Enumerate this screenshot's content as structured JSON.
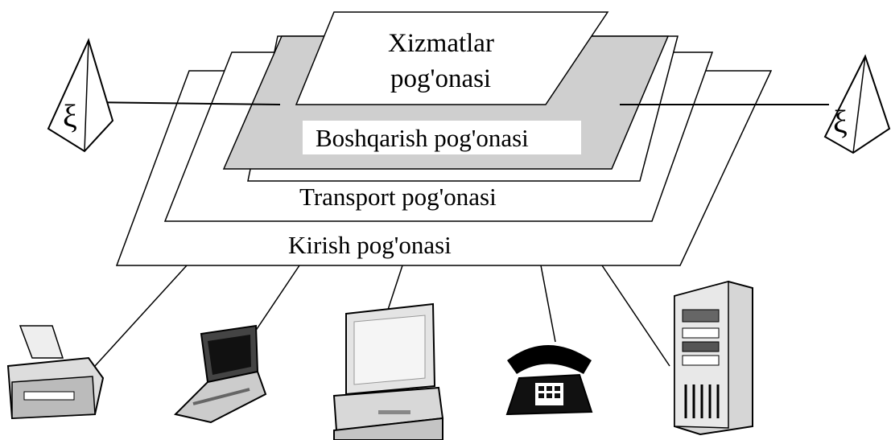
{
  "layers": {
    "services": {
      "line1": "Xizmatlar",
      "line2": "pog'onasi"
    },
    "control": {
      "label": "Boshqarish pog'onasi"
    },
    "transport": {
      "label": "Transport pog'onasi"
    },
    "access": {
      "label": "Kirish pog'onasi"
    }
  },
  "colors": {
    "control_fill": "#cfcfcf",
    "stroke": "#000000",
    "background": "#ffffff"
  },
  "icons": [
    "switch-pyramid-icon",
    "printer-icon",
    "laptop-icon",
    "desktop-computer-icon",
    "telephone-icon",
    "server-tower-icon"
  ]
}
